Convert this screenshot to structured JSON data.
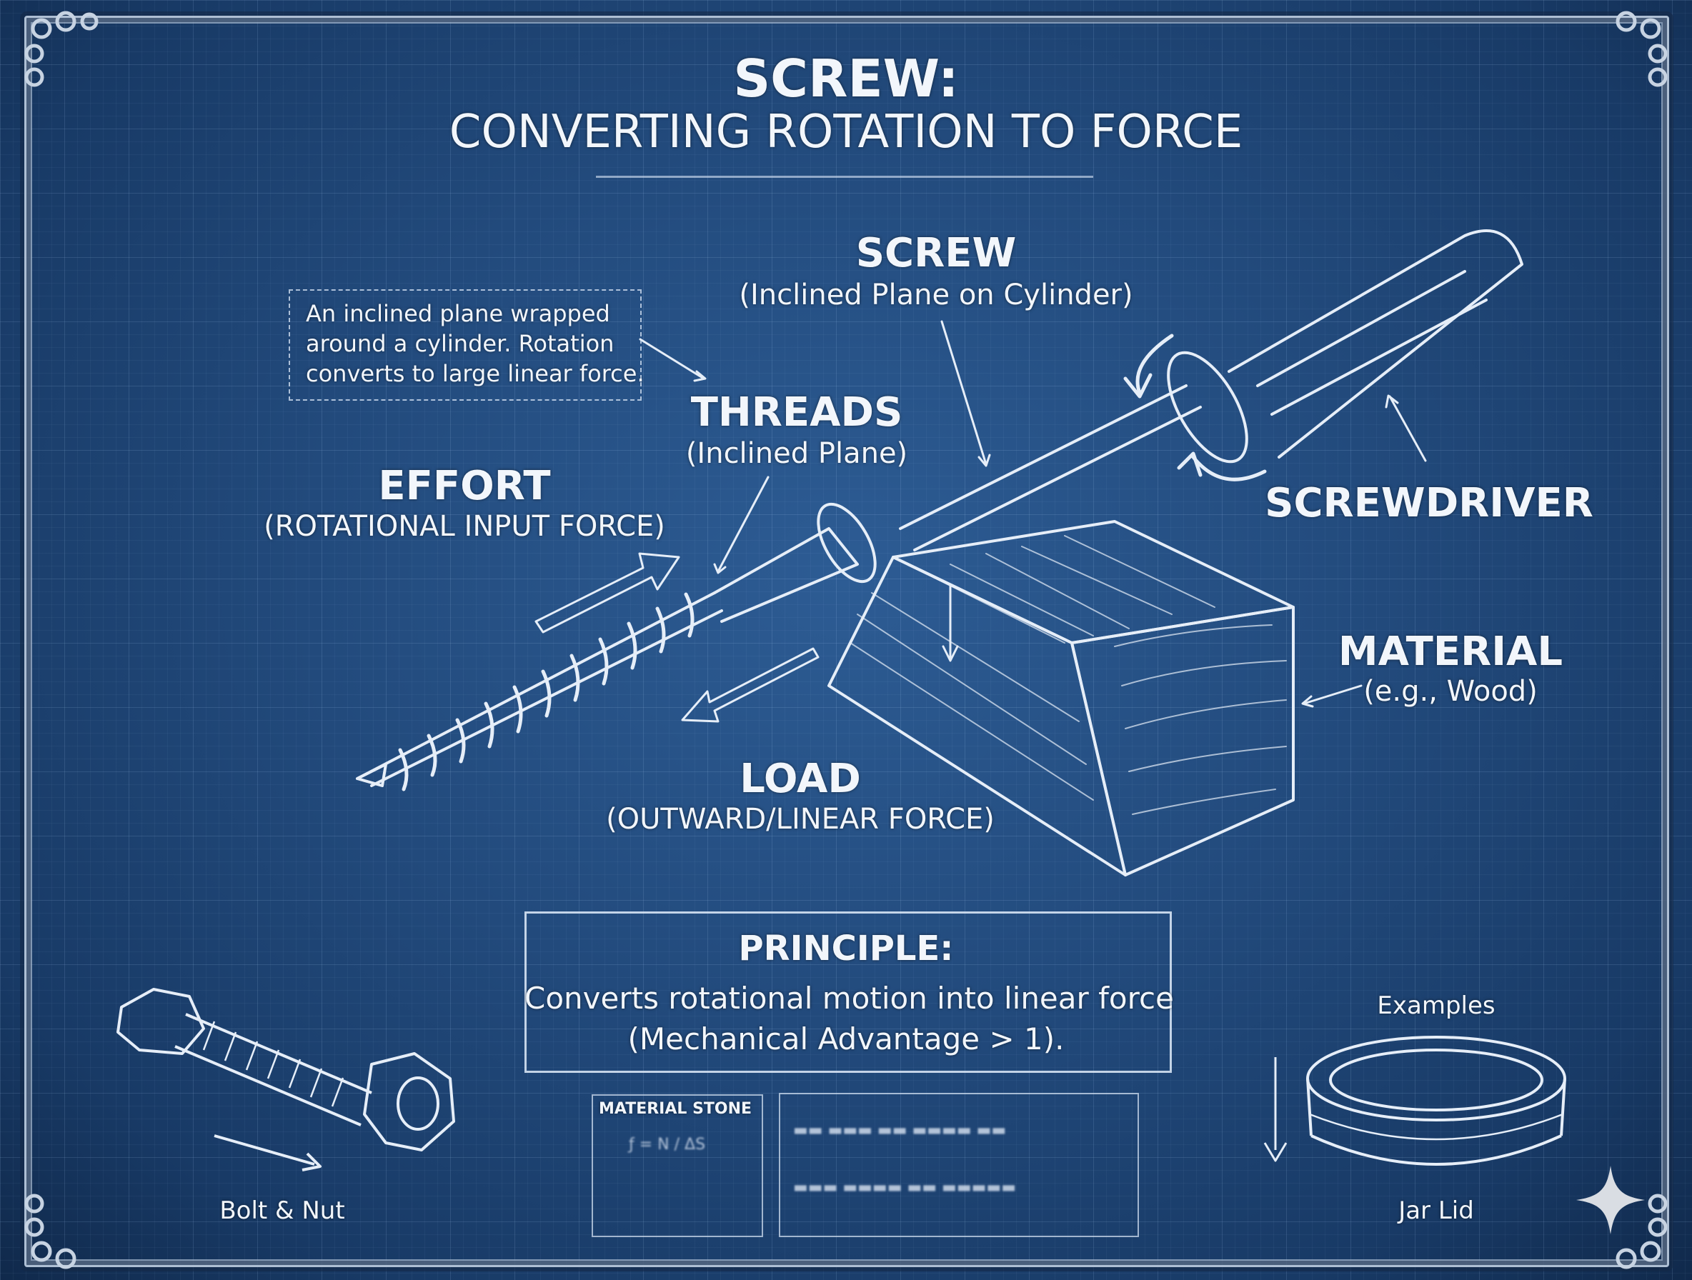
{
  "title": {
    "main": "SCREW:",
    "subtitle": "CONVERTING ROTATION TO FORCE"
  },
  "callout": {
    "lines": [
      "An inclined plane wrapped",
      "around a cylinder. Rotation",
      "converts to large linear force."
    ]
  },
  "labels": {
    "screw": {
      "title": "SCREW",
      "sub": "(Inclined Plane on Cylinder)"
    },
    "threads": {
      "title": "THREADS",
      "sub": "(Inclined Plane)"
    },
    "effort": {
      "title": "EFFORT",
      "sub": "(ROTATIONAL INPUT FORCE)"
    },
    "screwdriver": {
      "title": "SCREWDRIVER"
    },
    "material": {
      "title": "MATERIAL",
      "sub": "(e.g., Wood)"
    },
    "load": {
      "title": "LOAD",
      "sub": "(OUTWARD/LINEAR FORCE)"
    }
  },
  "principle": {
    "heading": "PRINCIPLE:",
    "line1": "Converts rotational motion into linear force",
    "line2": "(Mechanical Advantage > 1)."
  },
  "examples": {
    "heading": "Examples",
    "items": [
      {
        "label": "Bolt & Nut",
        "icon": "bolt-nut-icon"
      },
      {
        "label": "Jar Lid",
        "icon": "jar-lid-icon"
      }
    ]
  },
  "mini_panels": {
    "left_title": "MATERIAL STONE"
  },
  "colors": {
    "background": "#224a7c",
    "line": "#e6eef8",
    "frame": "#aebfd4"
  }
}
